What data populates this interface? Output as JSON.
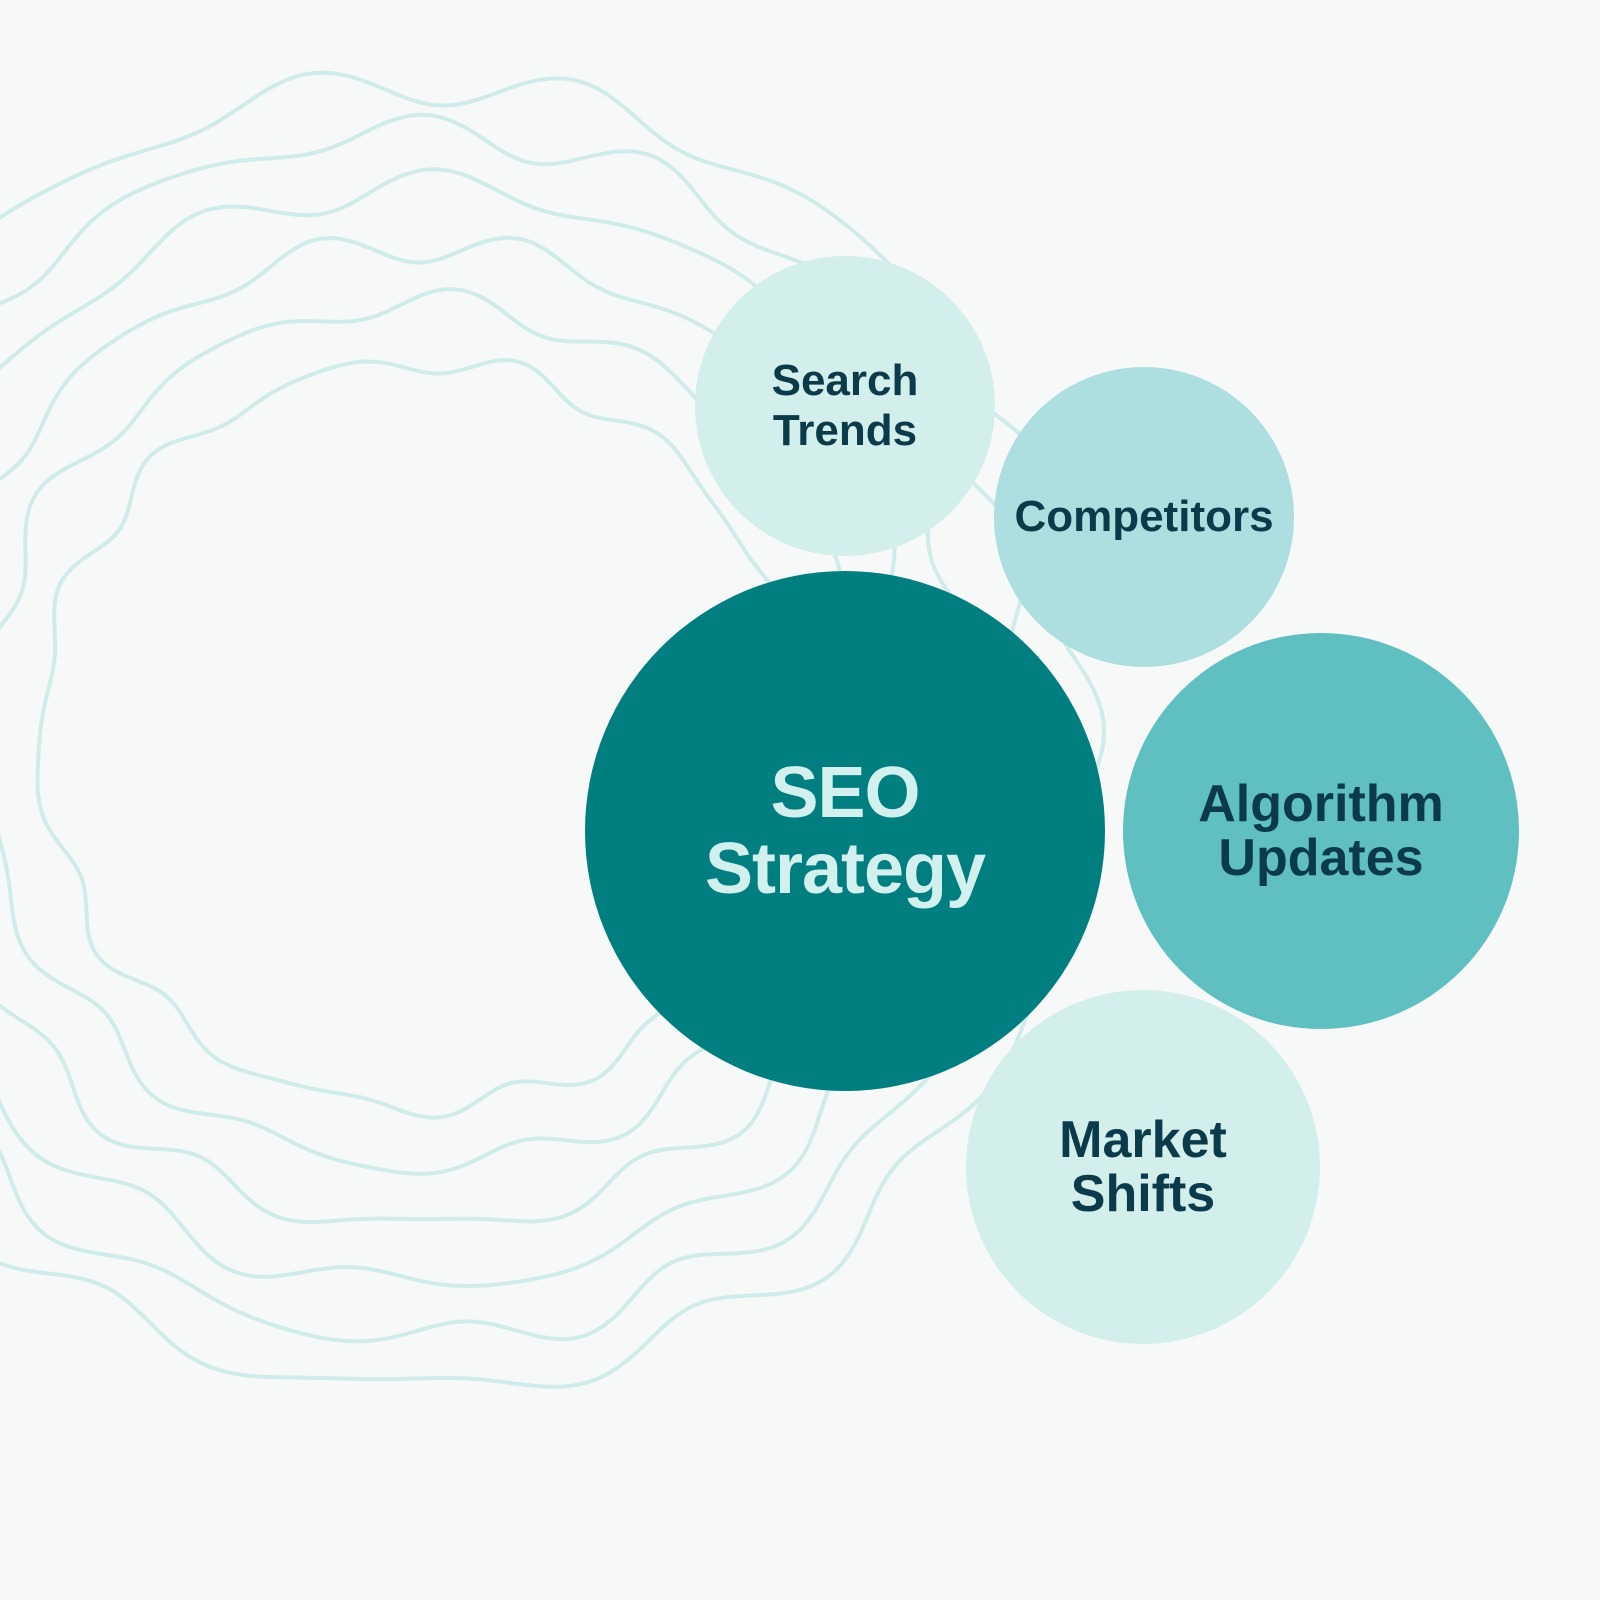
{
  "diagram": {
    "center": {
      "label": "SEO\nStrategy",
      "fill": "#017e80",
      "text_color": "#d2f0ee"
    },
    "nodes": [
      {
        "id": "search",
        "label": "Search\nTrends",
        "fill": "#d3efec",
        "text_color": "#0b3a4a"
      },
      {
        "id": "competitors",
        "label": "Competitors",
        "fill": "#addfe0",
        "text_color": "#0b3a4a"
      },
      {
        "id": "algorithm",
        "label": "Algorithm\nUpdates",
        "fill": "#5fbfc1",
        "text_color": "#0b3a4a"
      },
      {
        "id": "market",
        "label": "Market\nShifts",
        "fill": "#d3efec",
        "text_color": "#0b3a4a"
      }
    ],
    "wave_color": "#cfeceb"
  }
}
